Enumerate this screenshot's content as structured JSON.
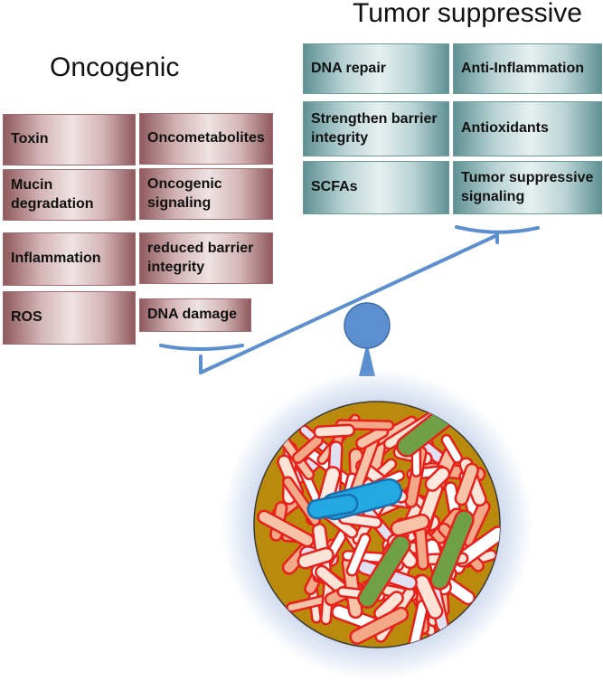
{
  "headings": {
    "oncogenic": "Oncogenic",
    "tumor_suppressive": "Tumor suppressive"
  },
  "oncogenic_boxes": [
    "Toxin",
    "Oncometabolites",
    "Mucin degradation",
    "Oncogenic signaling",
    "Inflammation",
    "reduced barrier integrity",
    "ROS",
    "DNA damage"
  ],
  "suppressive_boxes": [
    "DNA repair",
    "Anti-Inflammation",
    "Strengthen barrier integrity",
    "Antioxidants",
    "SCFAs",
    "Tumor suppressive signaling"
  ],
  "colors": {
    "oncogenic_box": "#b98b8e",
    "suppressive_box": "#8db5b7",
    "balance_beam": "#5b8fd0",
    "circle_fill": "#b98a0c",
    "circle_glow": "#b8c9e6",
    "bacteria_outline": "#e8201c",
    "bacteria_green": "#6fa045",
    "bacteria_blue": "#23a9e1"
  },
  "icons": {
    "balance": "balance-scale-icon",
    "microbiota": "gut-microbiota-icon"
  }
}
